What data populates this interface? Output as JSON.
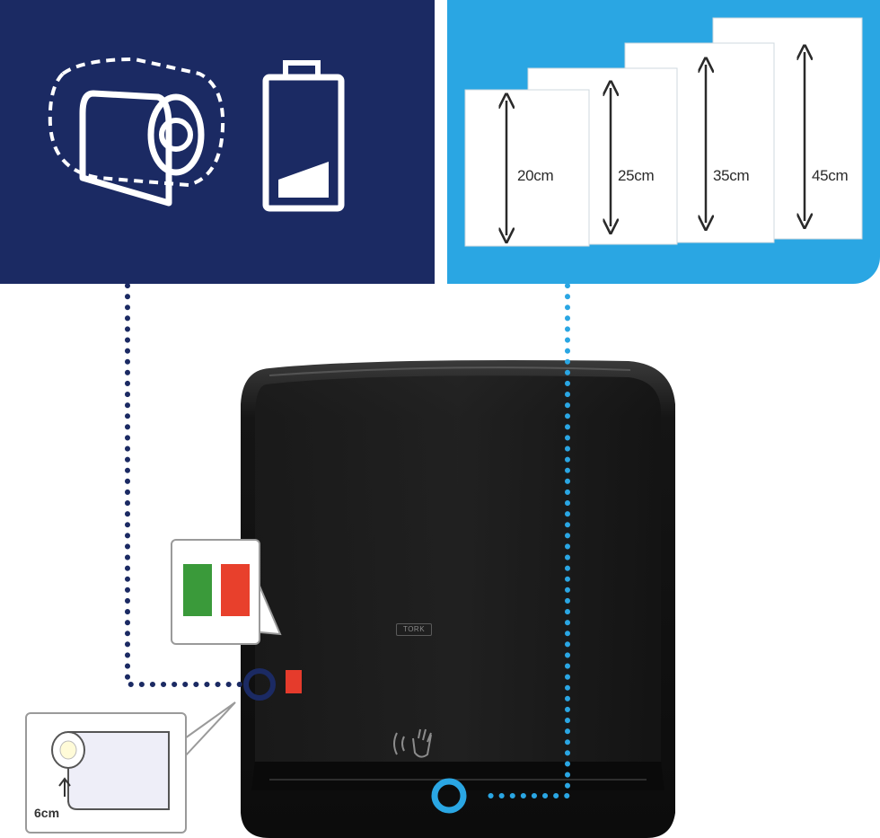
{
  "colors": {
    "navy_panel": "#1b2a63",
    "blue_panel": "#2aa6e3",
    "dispenser_body": "#111111",
    "flag_green": "#3a9a3a",
    "flag_red": "#e8402c",
    "indicator_red": "#e53b2c"
  },
  "icons": {
    "left_panel": [
      "paper-roll-icon",
      "battery-low-icon"
    ],
    "dispenser": [
      "hand-sensor-icon"
    ]
  },
  "sheet_lengths": [
    {
      "label": "20cm"
    },
    {
      "label": "25cm"
    },
    {
      "label": "35cm"
    },
    {
      "label": "45cm"
    }
  ],
  "roll_callout": {
    "label": "6cm"
  },
  "dispenser": {
    "brand": "TORK"
  }
}
